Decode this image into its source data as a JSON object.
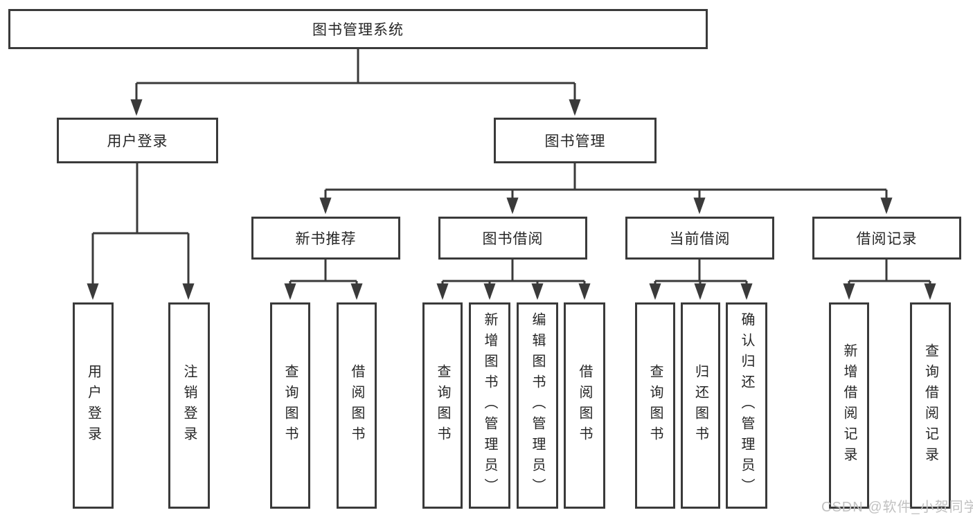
{
  "tree": {
    "label": "图书管理系统",
    "children": [
      {
        "label": "用户登录",
        "children": [
          {
            "label": "用户登录"
          },
          {
            "label": "注销登录"
          }
        ]
      },
      {
        "label": "图书管理",
        "children": [
          {
            "label": "新书推荐",
            "children": [
              {
                "label": "查询图书"
              },
              {
                "label": "借阅图书"
              }
            ]
          },
          {
            "label": "图书借阅",
            "children": [
              {
                "label": "查询图书"
              },
              {
                "label": "新增图书（管理员）"
              },
              {
                "label": "编辑图书（管理员）"
              },
              {
                "label": "借阅图书"
              }
            ]
          },
          {
            "label": "当前借阅",
            "children": [
              {
                "label": "查询图书"
              },
              {
                "label": "归还图书"
              },
              {
                "label": "确认归还（管理员）"
              }
            ]
          },
          {
            "label": "借阅记录",
            "children": [
              {
                "label": "新增借阅记录"
              },
              {
                "label": "查询借阅记录"
              }
            ]
          }
        ]
      }
    ]
  },
  "watermark": {
    "text": "CSDN @软件_小贺同学"
  },
  "colors": {
    "background": "#ffffff",
    "line": "#3a3a3a",
    "box_border": "#3a3a3a",
    "text": "#262626",
    "watermark": "#c1c1c1"
  }
}
